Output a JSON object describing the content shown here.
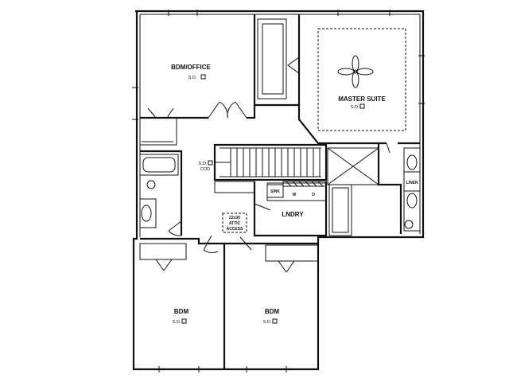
{
  "rooms": {
    "bdm_office": {
      "name": "BDM/OFFICE",
      "sd": "S.D."
    },
    "master_suite": {
      "name": "MASTER SUITE",
      "sd": "S.D."
    },
    "hall_sd": {
      "name": "S.D.",
      "sub": "COD"
    },
    "laundry": {
      "name": "LNDRY"
    },
    "bdm_left": {
      "name": "BDM",
      "sd": "S.D."
    },
    "bdm_right": {
      "name": "BDM",
      "sd": "S.D."
    },
    "attic": {
      "line1": "22x30",
      "line2": "ATTIC",
      "line3": "ACCESS"
    },
    "linen": {
      "name": "LINEN"
    },
    "sink": {
      "name": "SINK"
    },
    "washer": {
      "name": "W"
    },
    "dryer": {
      "name": "D"
    }
  },
  "icons": {
    "fan": "ceiling-fan-icon",
    "smoke_detector": "smoke-detector-icon",
    "bath_fan": "bath-fan-icon"
  },
  "colors": {
    "ink": "#111111",
    "paper": "#ffffff"
  }
}
